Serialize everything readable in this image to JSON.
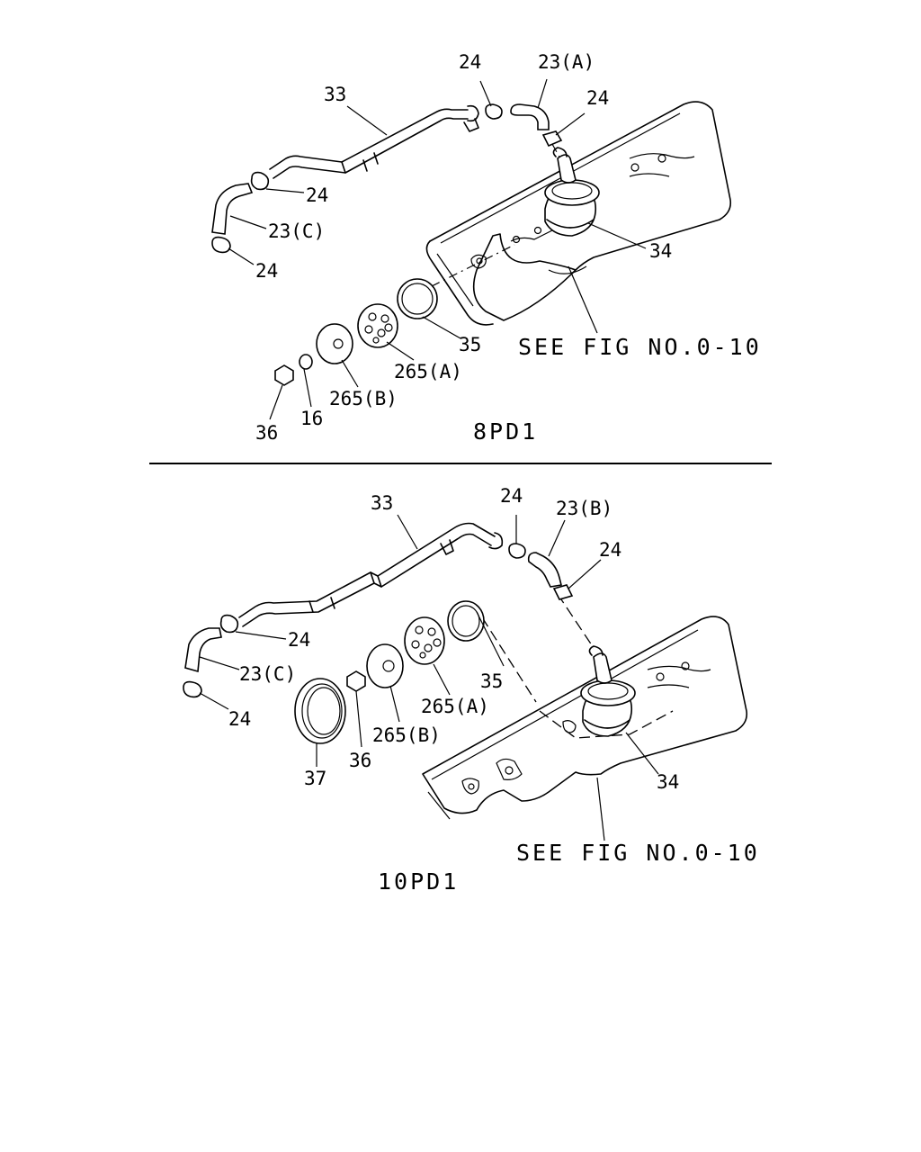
{
  "diagrams": [
    {
      "id": "8pd1",
      "model_label": "8PD1",
      "reference": "SEE FIG NO.0-10",
      "callouts": [
        "24",
        "23(A)",
        "24",
        "33",
        "24",
        "23(C)",
        "24",
        "34",
        "35",
        "265(A)",
        "265(B)",
        "16",
        "36"
      ]
    },
    {
      "id": "10pd1",
      "model_label": "10PD1",
      "reference": "SEE FIG NO.0-10",
      "callouts": [
        "33",
        "24",
        "23(B)",
        "24",
        "24",
        "23(C)",
        "24",
        "35",
        "265(A)",
        "265(B)",
        "36",
        "37",
        "34"
      ]
    }
  ]
}
